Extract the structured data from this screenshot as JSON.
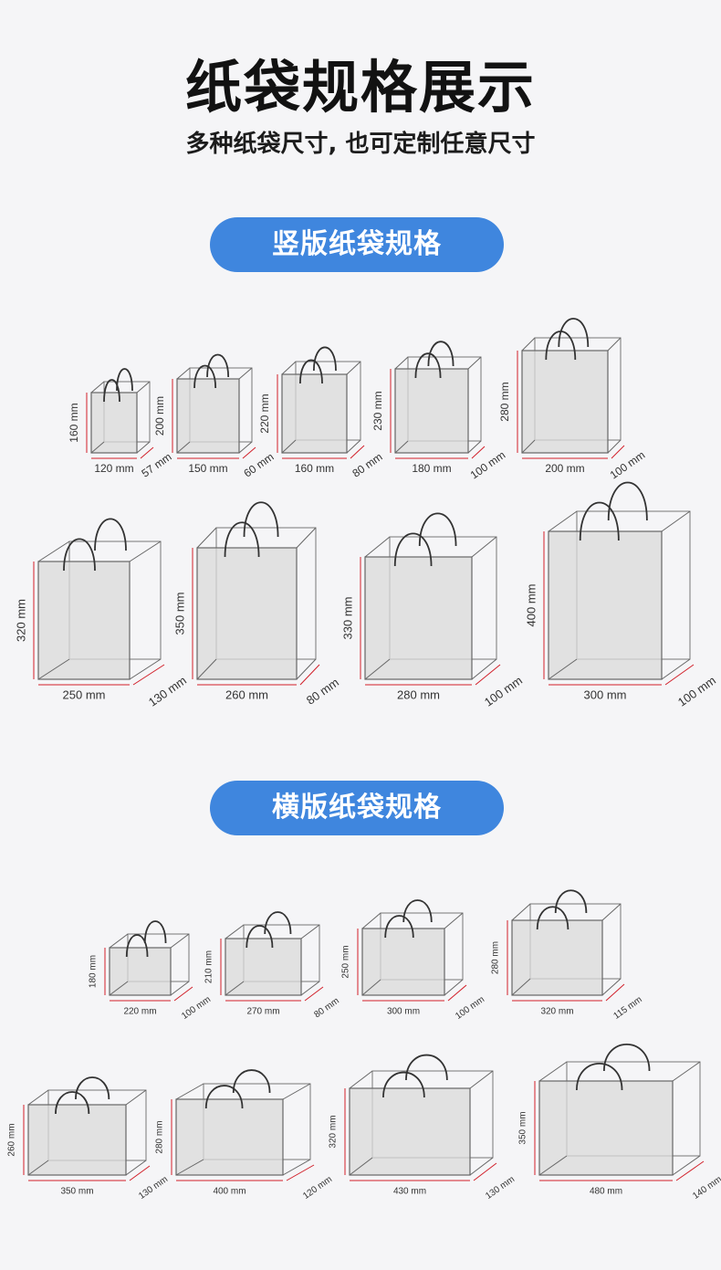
{
  "header": {
    "title": "纸袋规格展示",
    "subtitle": "多种纸袋尺寸, 也可定制任意尺寸"
  },
  "colors": {
    "accent": "#3f86de",
    "dimension": "#d2202a",
    "bag_fill": "#d9d9d9"
  },
  "sections": [
    {
      "label": "竖版纸袋规格",
      "bags": [
        {
          "width": "120 mm",
          "height": "160 mm",
          "depth": "57 mm"
        },
        {
          "width": "150 mm",
          "height": "200 mm",
          "depth": "60 mm"
        },
        {
          "width": "160 mm",
          "height": "220 mm",
          "depth": "80 mm"
        },
        {
          "width": "180 mm",
          "height": "230 mm",
          "depth": "100 mm"
        },
        {
          "width": "200 mm",
          "height": "280 mm",
          "depth": "100 mm"
        },
        {
          "width": "250 mm",
          "height": "320 mm",
          "depth": "130 mm"
        },
        {
          "width": "260 mm",
          "height": "350 mm",
          "depth": "80 mm"
        },
        {
          "width": "280 mm",
          "height": "330 mm",
          "depth": "100 mm"
        },
        {
          "width": "300 mm",
          "height": "400 mm",
          "depth": "100 mm"
        }
      ]
    },
    {
      "label": "横版纸袋规格",
      "bags": [
        {
          "width": "220 mm",
          "height": "180 mm",
          "depth": "100 mm"
        },
        {
          "width": "270 mm",
          "height": "210 mm",
          "depth": "80 mm"
        },
        {
          "width": "300 mm",
          "height": "250 mm",
          "depth": "100 mm"
        },
        {
          "width": "320 mm",
          "height": "280 mm",
          "depth": "115 mm"
        },
        {
          "width": "350 mm",
          "height": "260 mm",
          "depth": "130 mm"
        },
        {
          "width": "400 mm",
          "height": "280 mm",
          "depth": "120 mm"
        },
        {
          "width": "430 mm",
          "height": "320 mm",
          "depth": "130 mm"
        },
        {
          "width": "480 mm",
          "height": "350 mm",
          "depth": "140 mm"
        }
      ]
    }
  ]
}
